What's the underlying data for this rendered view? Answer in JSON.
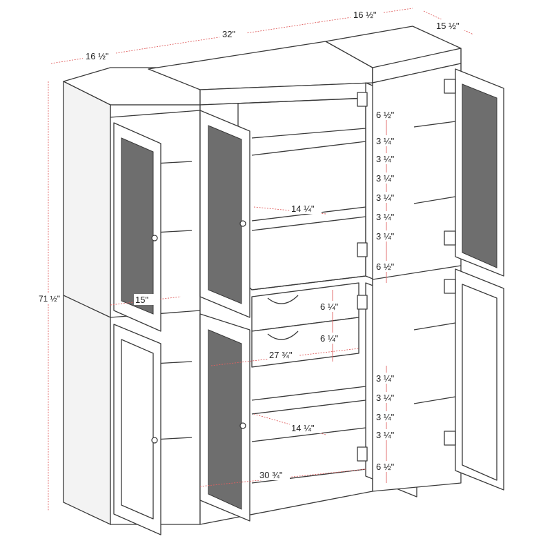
{
  "diagram": {
    "width_labels": {
      "left_section": "16 ½\"",
      "middle_section": "32\"",
      "right_section": "16 ½\"",
      "depth": "15 ½\"",
      "height": "71 ½\"",
      "side_shelf_depth": "15\""
    },
    "center_labels": {
      "upper_shelf_depth": "14 ¼\"",
      "lower_shelf_depth": "14 ¼\"",
      "drawer_width": "27 ¾\"",
      "bottom_width": "30 ¾\"",
      "drawer_1": "6 ¼\"",
      "drawer_2": "6 ¼\""
    },
    "upper_door_spacing": [
      "6 ½\"",
      "3 ¼\"",
      "3 ¼\"",
      "3 ¼\"",
      "3 ¼\"",
      "3 ¼\"",
      "3 ¼\"",
      "6 ½\""
    ],
    "lower_door_spacing": [
      "3 ¼\"",
      "3 ¼\"",
      "3 ¼\"",
      "3 ¼\"",
      "6 ½\""
    ],
    "colors": {
      "dimension_line": "#e06060",
      "outline": "#3a3a3a",
      "glass": "#6e6e6e"
    }
  }
}
